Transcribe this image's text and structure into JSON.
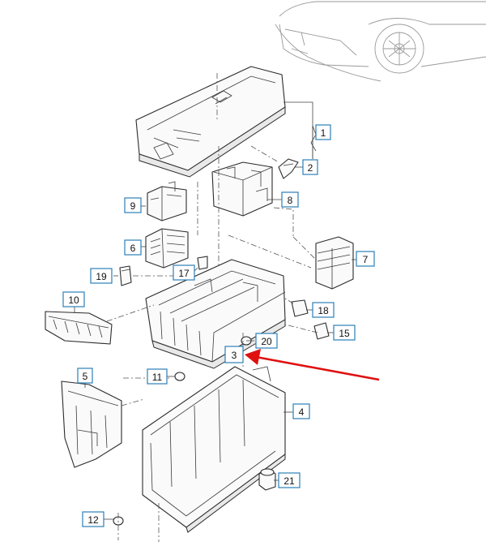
{
  "callouts": [
    {
      "id": "c1",
      "label": "1"
    },
    {
      "id": "c2",
      "label": "2"
    },
    {
      "id": "c3",
      "label": "3",
      "highlighted": true
    },
    {
      "id": "c4",
      "label": "4"
    },
    {
      "id": "c5",
      "label": "5"
    },
    {
      "id": "c6",
      "label": "6"
    },
    {
      "id": "c7",
      "label": "7"
    },
    {
      "id": "c8",
      "label": "8"
    },
    {
      "id": "c9",
      "label": "9"
    },
    {
      "id": "c10",
      "label": "10"
    },
    {
      "id": "c11",
      "label": "11"
    },
    {
      "id": "c12",
      "label": "12"
    },
    {
      "id": "c15",
      "label": "15"
    },
    {
      "id": "c17",
      "label": "17"
    },
    {
      "id": "c18",
      "label": "18"
    },
    {
      "id": "c19",
      "label": "19"
    },
    {
      "id": "c20",
      "label": "20"
    },
    {
      "id": "c21",
      "label": "21"
    }
  ],
  "colors": {
    "callout_border": "#2c7fb8",
    "highlight": "#e01010"
  }
}
